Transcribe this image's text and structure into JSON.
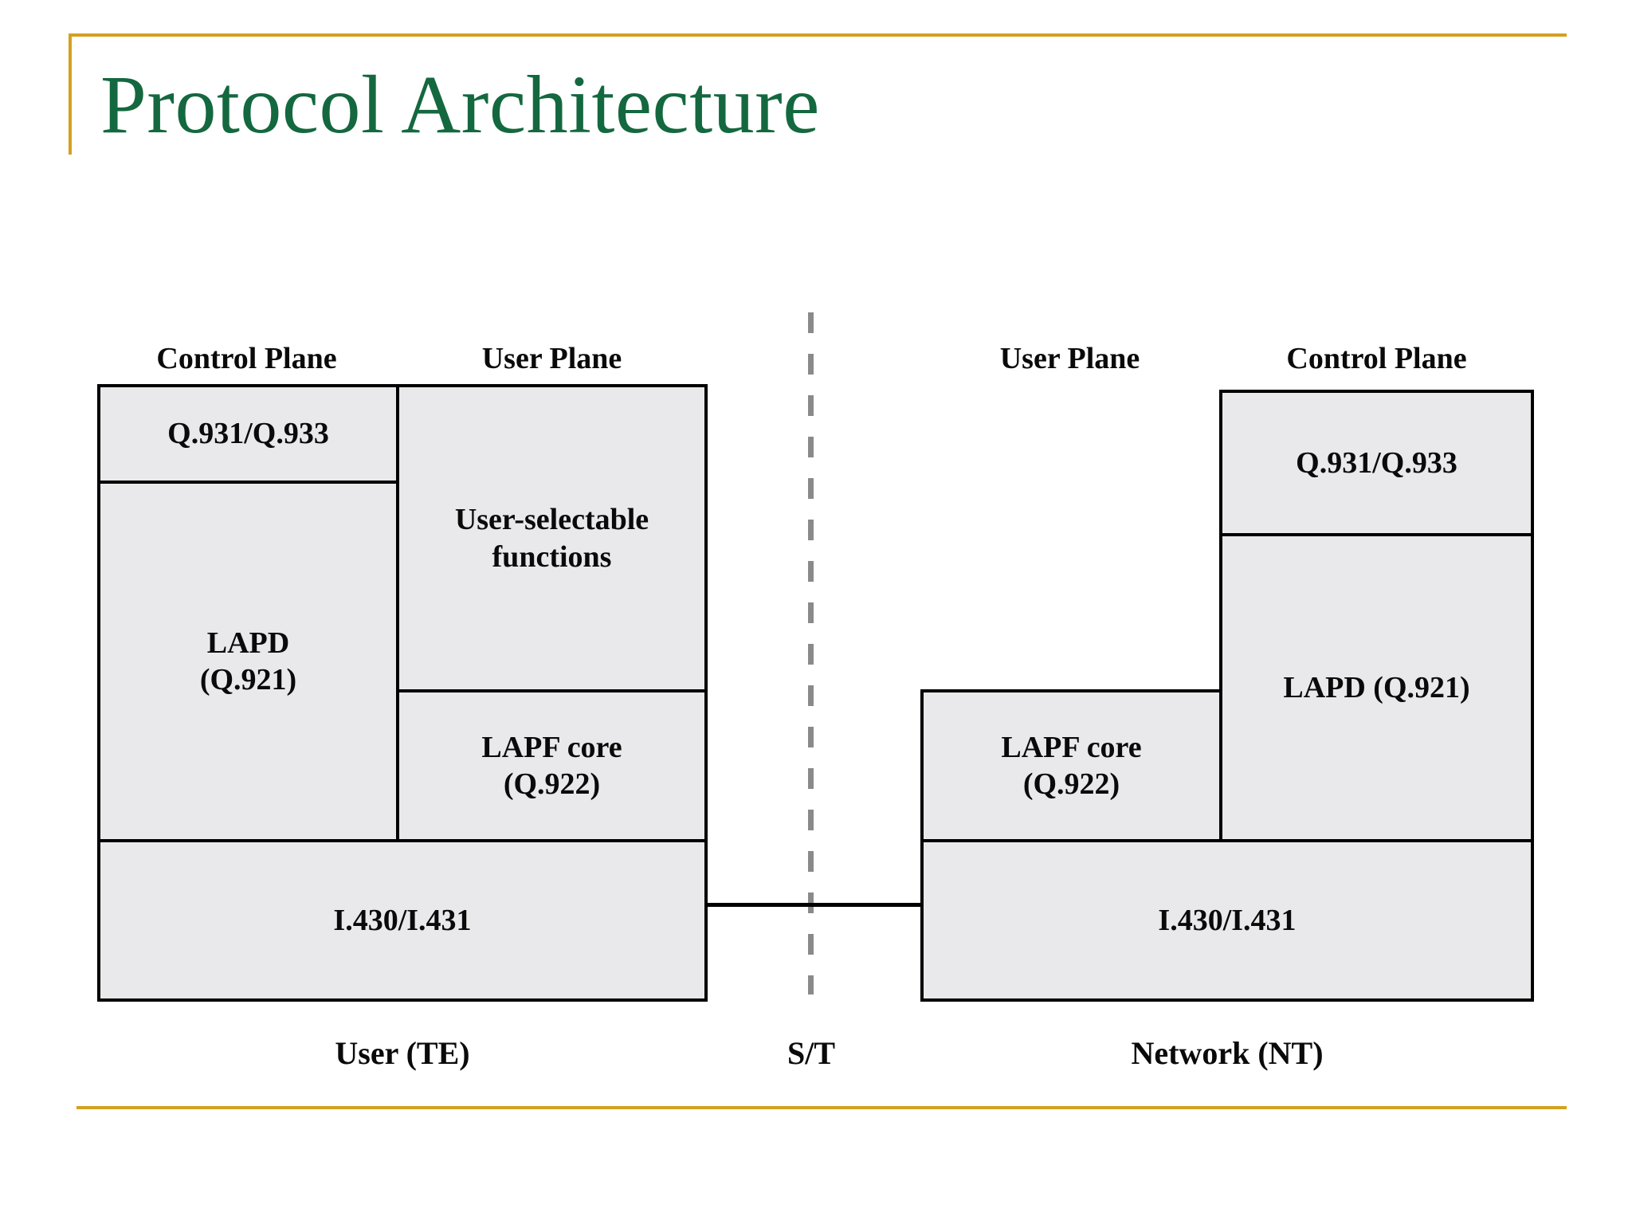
{
  "slide": {
    "title": "Protocol Architecture",
    "accent_gold": "#d5a021",
    "title_green": "#14683f",
    "box_fill": "#e9e9eb",
    "box_border": "#000000",
    "reference_line_color": "#8a8a8a"
  },
  "diagram": {
    "type": "layered-protocol-stack",
    "user_side": {
      "endpoint_label": "User (TE)",
      "planes": [
        {
          "name": "control-plane",
          "label": "Control Plane"
        },
        {
          "name": "user-plane",
          "label": "User Plane"
        }
      ],
      "boxes": [
        {
          "id": "te-q931",
          "plane": "control",
          "label": "Q.931/Q.933"
        },
        {
          "id": "te-lapd",
          "plane": "control",
          "line1": "LAPD",
          "line2": "(Q.921)"
        },
        {
          "id": "te-usf",
          "plane": "user",
          "line1": "User-selectable",
          "line2": "functions"
        },
        {
          "id": "te-lapf",
          "plane": "user",
          "line1": "LAPF core",
          "line2": "(Q.922)"
        },
        {
          "id": "te-physical",
          "plane": "both",
          "label": "I.430/I.431"
        }
      ]
    },
    "reference_point": {
      "label": "S/T"
    },
    "network_side": {
      "endpoint_label": "Network (NT)",
      "planes": [
        {
          "name": "user-plane",
          "label": "User Plane"
        },
        {
          "name": "control-plane",
          "label": "Control Plane"
        }
      ],
      "boxes": [
        {
          "id": "nt-q931",
          "plane": "control",
          "label": "Q.931/Q.933"
        },
        {
          "id": "nt-lapd",
          "plane": "control",
          "label": "LAPD (Q.921)"
        },
        {
          "id": "nt-lapf",
          "plane": "user",
          "line1": "LAPF core",
          "line2": "(Q.922)"
        },
        {
          "id": "nt-physical",
          "plane": "both",
          "label": "I.430/I.431"
        }
      ]
    }
  }
}
